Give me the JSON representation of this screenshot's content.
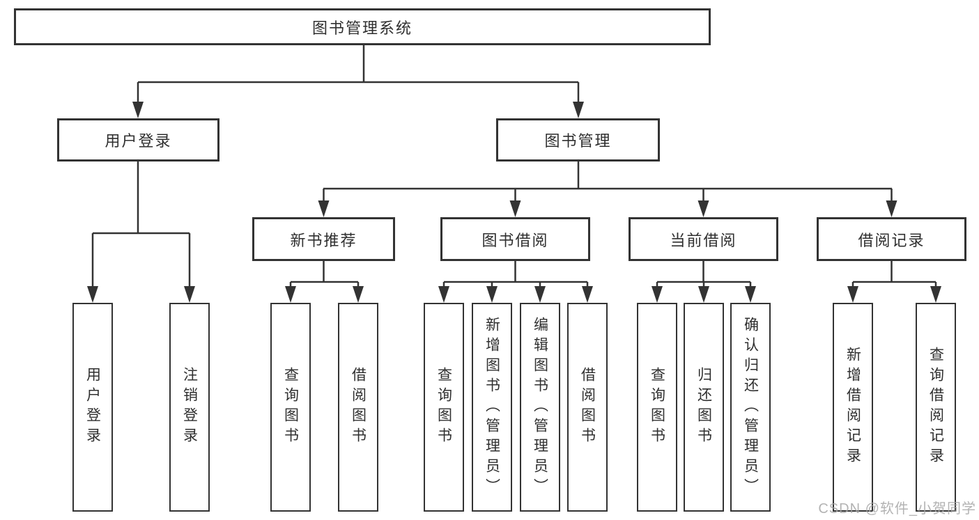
{
  "tree": {
    "label": "图书管理系统",
    "children": [
      {
        "label": "用户登录",
        "children": [
          {
            "label": "用户登录"
          },
          {
            "label": "注销登录"
          }
        ]
      },
      {
        "label": "图书管理",
        "children": [
          {
            "label": "新书推荐",
            "children": [
              {
                "label": "查询图书"
              },
              {
                "label": "借阅图书"
              }
            ]
          },
          {
            "label": "图书借阅",
            "children": [
              {
                "label": "查询图书"
              },
              {
                "label": "新增图书（管理员）"
              },
              {
                "label": "编辑图书（管理员）"
              },
              {
                "label": "借阅图书"
              }
            ]
          },
          {
            "label": "当前借阅",
            "children": [
              {
                "label": "查询图书"
              },
              {
                "label": "归还图书"
              },
              {
                "label": "确认归还（管理员）"
              }
            ]
          },
          {
            "label": "借阅记录",
            "children": [
              {
                "label": "新增借阅记录"
              },
              {
                "label": "查询借阅记录"
              }
            ]
          }
        ]
      }
    ]
  },
  "watermark": {
    "text": "CSDN @软件_小贺同学"
  },
  "colors": {
    "line": "#333333",
    "border": "#333333",
    "text": "#2f2f2f",
    "watermark": "#a6a6a6",
    "background": "#ffffff"
  }
}
